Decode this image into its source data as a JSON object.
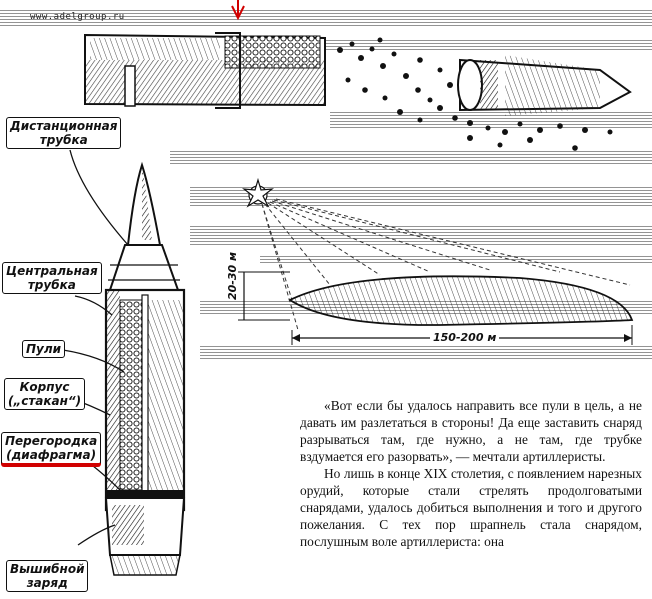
{
  "watermark": "www.adelgroup.ru",
  "labels": {
    "fuse": "Дистанционная\nтрубка",
    "central_tube": "Центральная\nтрубка",
    "bullets": "Пули",
    "body": "Корпус\n(„стакан“)",
    "diaphragm": "Перегородка\n(диафрагма)",
    "charge": "Вышибной\nзаряд"
  },
  "dimensions": {
    "height": "20-30 м",
    "length": "150-200 м"
  },
  "text": {
    "p1": "«Вот если бы удалось направить все пули в цель, а не давать им разлетаться в стороны! Да еще заставить снаряд разрываться там, где нужно, а не там, где трубке вздумается его разорвать», — мечтали артиллеристы.",
    "p2": "Но лишь в конце XIX столетия, с появлением нарезных орудий, которые стали стрелять продолговатыми снарядами, удалось добиться выполнения и того и другого пожелания. С тех пор шрапнель стала снарядом, послушным воле артиллериста: она"
  },
  "colors": {
    "ink": "#111111",
    "accent": "#d10000",
    "paper": "#ffffff"
  }
}
